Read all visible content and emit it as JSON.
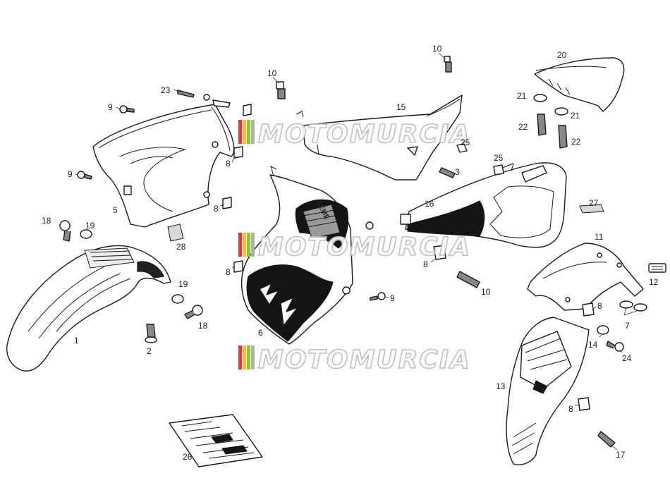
{
  "labels": {
    "p1": "1",
    "p2": "2",
    "p3": "3",
    "p5": "5",
    "p6": "6",
    "p7": "7",
    "p8": "8",
    "p9": "9",
    "p10": "10",
    "p11": "11",
    "p12": "12",
    "p13": "13",
    "p14": "14",
    "p15": "15",
    "p16": "16",
    "p17": "17",
    "p18": "18",
    "p19": "19",
    "p20": "20",
    "p21": "21",
    "p22": "22",
    "p23": "23",
    "p24": "24",
    "p25": "25",
    "p26": "26",
    "p27": "27",
    "p28": "28"
  },
  "watermark": {
    "text": "MOTOMURCIA",
    "stripe_colors": [
      "#e03a2f",
      "#f2c230",
      "#8cc63f",
      "#b0b0b0"
    ]
  },
  "decals": {
    "shroud_logo": "GEME"
  }
}
